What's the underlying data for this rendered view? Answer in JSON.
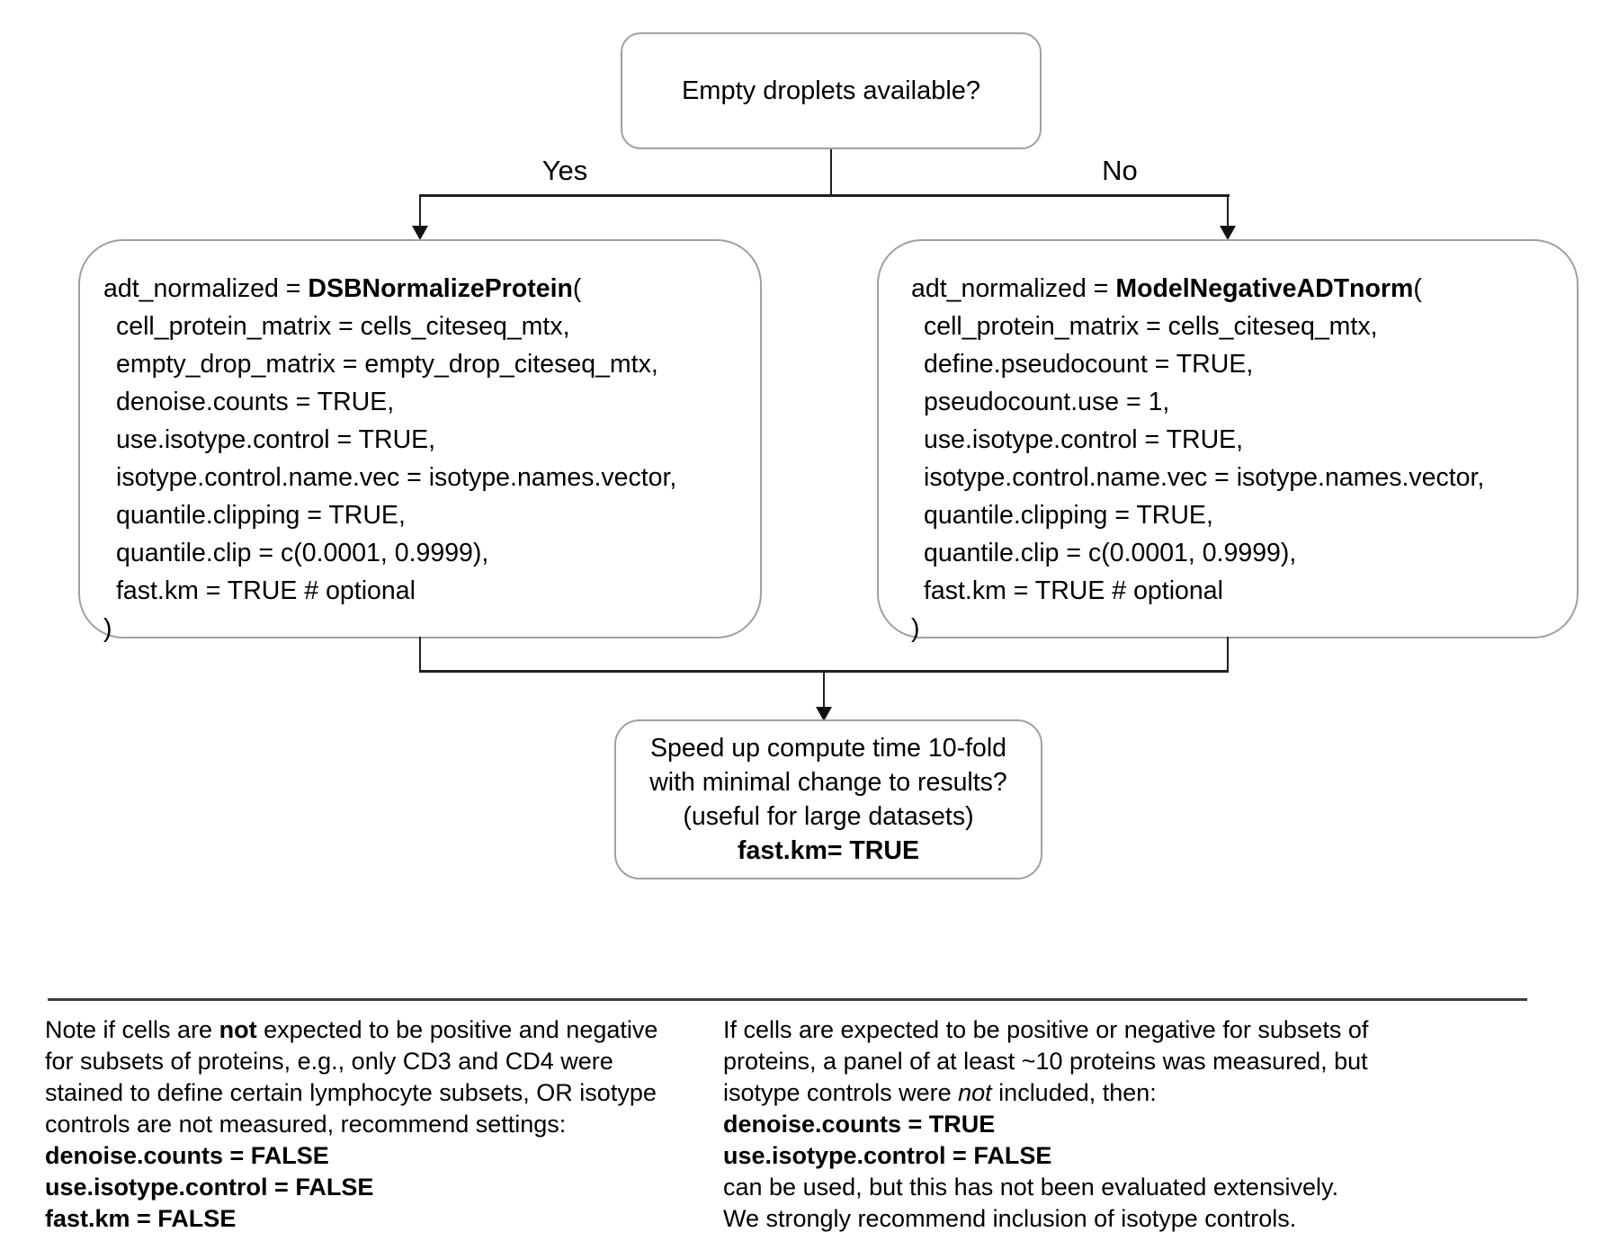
{
  "colors": {
    "background": "#ffffff",
    "box_border": "#a0a0a0",
    "connector": "#1f1f1f",
    "text": "#000000",
    "divider": "#3f3f3f"
  },
  "flowchart": {
    "top_box": {
      "question": "Empty droplets available?"
    },
    "branch_labels": {
      "yes": "Yes",
      "no": "No"
    },
    "left_box": {
      "lead": "adt_normalized = ",
      "function_name": "DSBNormalizeProtein",
      "open_paren": "(",
      "args": [
        "cell_protein_matrix = cells_citeseq_mtx,",
        "empty_drop_matrix = empty_drop_citeseq_mtx,",
        "denoise.counts = TRUE,",
        "use.isotype.control = TRUE,",
        "isotype.control.name.vec = isotype.names.vector,",
        "quantile.clipping = TRUE,",
        "quantile.clip = c(0.0001, 0.9999),",
        "fast.km = TRUE # optional"
      ],
      "close_paren": ")"
    },
    "right_box": {
      "lead": "adt_normalized = ",
      "function_name": "ModelNegativeADTnorm",
      "open_paren": "(",
      "args": [
        "cell_protein_matrix = cells_citeseq_mtx,",
        "define.pseudocount = TRUE,",
        "pseudocount.use = 1,",
        "use.isotype.control = TRUE,",
        "isotype.control.name.vec = isotype.names.vector,",
        "quantile.clipping = TRUE,",
        "quantile.clip = c(0.0001, 0.9999),",
        "fast.km = TRUE # optional"
      ],
      "close_paren": ")"
    },
    "bottom_box": {
      "line1": "Speed up compute time 10-fold",
      "line2": "with minimal change to results?",
      "line3": "(useful for large datasets)",
      "line4": "fast.km= TRUE"
    }
  },
  "notes": {
    "left": {
      "line1_pre": "Note if cells are ",
      "line1_bold": "not",
      "line1_post": " expected to be positive and negative",
      "line2": "for subsets of proteins, e.g., only CD3 and CD4 were",
      "line3": "stained to define certain lymphocyte subsets, OR isotype",
      "line4": "controls are not measured, recommend settings:",
      "setting1": "denoise.counts = FALSE",
      "setting2": "use.isotype.control = FALSE",
      "setting3": "fast.km = FALSE"
    },
    "right": {
      "line1": "If cells are expected to be positive or negative for subsets of",
      "line2": "proteins, a panel of at least ~10 proteins was measured, but",
      "line3_pre": "isotype controls were ",
      "line3_italic": "not",
      "line3_post": " included, then:",
      "setting1": "denoise.counts = TRUE",
      "setting2": "use.isotype.control = FALSE",
      "tail1": "can be used, but this has not been evaluated extensively.",
      "tail2": "We strongly recommend inclusion of isotype controls."
    }
  }
}
